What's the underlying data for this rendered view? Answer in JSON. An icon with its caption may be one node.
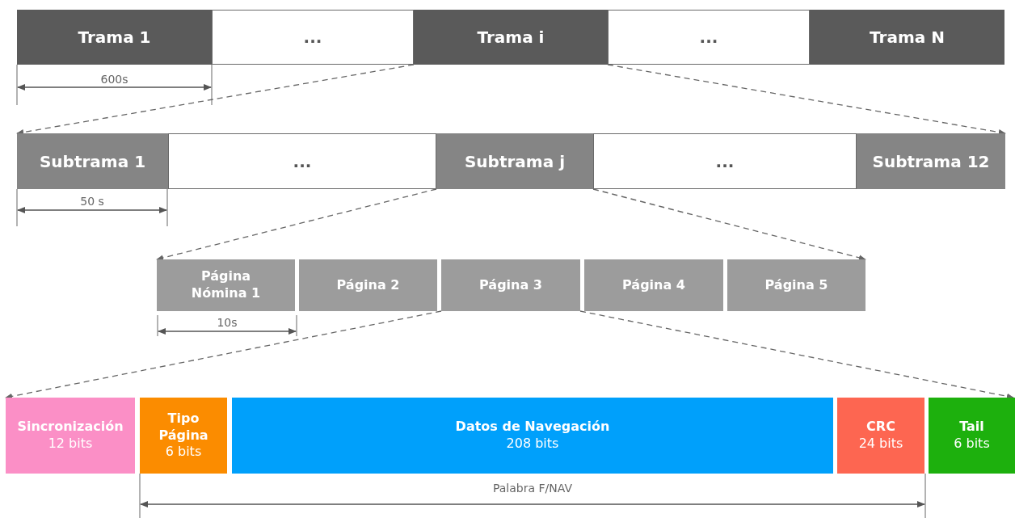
{
  "diagram": {
    "nodes": [
      {
        "text": [
          "Trama 1"
        ]
      },
      {
        "text": [
          "..."
        ]
      },
      {
        "text": [
          "Trama i"
        ]
      },
      {
        "text": [
          "..."
        ]
      },
      {
        "text": [
          "Trama N"
        ]
      },
      {
        "text": [
          "Subtrama 1"
        ]
      },
      {
        "text": [
          "..."
        ]
      },
      {
        "text": [
          "Subtrama j"
        ]
      },
      {
        "text": [
          "..."
        ]
      },
      {
        "text": [
          "Subtrama 12"
        ]
      },
      {
        "text": [
          "Página Nómina 1"
        ]
      },
      {
        "text": [
          "Página 2"
        ]
      },
      {
        "text": [
          "Página 3"
        ]
      },
      {
        "text": [
          "Página 4"
        ]
      },
      {
        "text": [
          "Página 5"
        ]
      },
      {
        "text": [
          "Sincronización",
          "12 bits"
        ]
      },
      {
        "text": [
          "Tipo Página",
          "6 bits"
        ]
      },
      {
        "text": [
          "Datos de Navegación",
          "208 bits"
        ]
      },
      {
        "text": [
          "CRC",
          "24 bits"
        ]
      },
      {
        "text": [
          "Tail",
          "6 bits"
        ]
      }
    ],
    "edges": [
      {
        "from": 2,
        "to": 5,
        "arrow": "to",
        "style": "dashed"
      },
      {
        "from": 2,
        "to": 9,
        "arrow": "to",
        "style": "dashed"
      },
      {
        "from": 7,
        "to": 10,
        "arrow": "to",
        "style": "dashed"
      },
      {
        "from": 7,
        "to": 14,
        "arrow": "to",
        "style": "dashed"
      },
      {
        "from": 12,
        "to": 15,
        "arrow": "to",
        "style": "dashed"
      },
      {
        "from": 12,
        "to": 19,
        "arrow": "to",
        "style": "dashed"
      }
    ],
    "labels": [
      "600s",
      "50 s",
      "10s",
      "Palabra F/NAV"
    ]
  }
}
